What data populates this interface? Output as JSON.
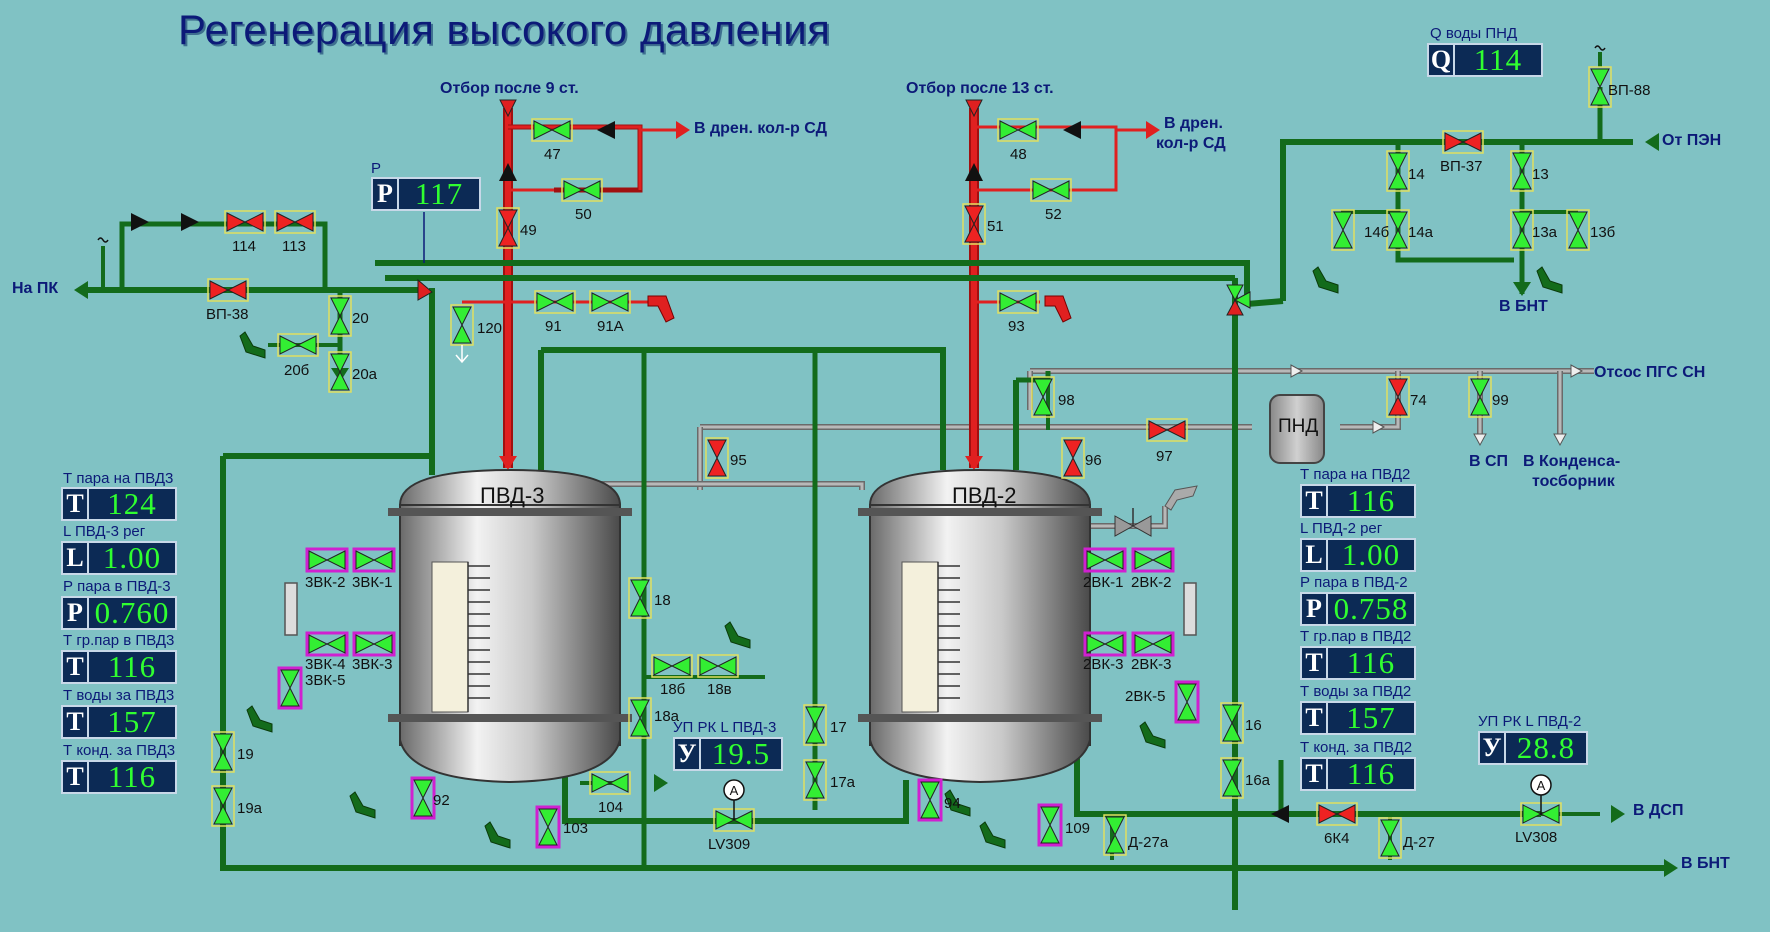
{
  "title": "Регенерация высокого давления",
  "colors": {
    "background": "#80c2c4",
    "pipe_green": "#136b1b",
    "pipe_red": "#e02020",
    "pipe_gray": "#b8b8b8",
    "valve_open": "#33ee33",
    "valve_closed": "#ee2222",
    "gauge_value": "#30ff30",
    "label": "#0c1a78"
  },
  "flow_labels": {
    "extract9": "Отбор после 9 ст.",
    "extract13": "Отбор после 13 ст.",
    "drain_left": "В дрен. кол-р СД",
    "drain_right_1": "В дрен.",
    "drain_right_2": "кол-р СД",
    "to_pk": "На ПК",
    "from_pen": "От ПЭН",
    "to_bnt_top": "В БНТ",
    "otsos": "Отсос ПГС СН",
    "to_sp": "В СП",
    "condensate_1": "В Конденса-",
    "condensate_2": "тосборник",
    "to_dsp": "В ДСП",
    "to_bnt_bottom": "В БНТ",
    "p_caption": "P"
  },
  "vessels": {
    "pvd3": "ПВД-3",
    "pvd2": "ПВД-2",
    "pnd": "ПНД"
  },
  "gauges": [
    {
      "id": "q-pnd",
      "caption": "Q воды ПНД",
      "letter": "Q",
      "value": "114"
    },
    {
      "id": "p-main",
      "caption": "",
      "letter": "P",
      "value": "117"
    },
    {
      "id": "t-steam-pvd3",
      "caption": "Т пара на ПВД3",
      "letter": "T",
      "value": "124"
    },
    {
      "id": "l-pvd3",
      "caption": "L ПВД-3 рег",
      "letter": "L",
      "value": "1.00"
    },
    {
      "id": "p-pvd3",
      "caption": "Р пара в ПВД-3",
      "letter": "P",
      "value": "0.760"
    },
    {
      "id": "t-grpar-pvd3",
      "caption": "Т гр.пар в ПВД3",
      "letter": "T",
      "value": "116"
    },
    {
      "id": "t-water-pvd3",
      "caption": "Т воды за ПВД3",
      "letter": "T",
      "value": "157"
    },
    {
      "id": "t-cond-pvd3",
      "caption": "Т конд. за ПВД3",
      "letter": "T",
      "value": "116"
    },
    {
      "id": "t-steam-pvd2",
      "caption": "Т пара на ПВД2",
      "letter": "T",
      "value": "116"
    },
    {
      "id": "l-pvd2",
      "caption": "L ПВД-2 рег",
      "letter": "L",
      "value": "1.00"
    },
    {
      "id": "p-pvd2",
      "caption": "Р пара в ПВД-2",
      "letter": "P",
      "value": "0.758"
    },
    {
      "id": "t-grpar-pvd2",
      "caption": "Т гр.пар в ПВД2",
      "letter": "T",
      "value": "116"
    },
    {
      "id": "t-water-pvd2",
      "caption": "Т воды за ПВД2",
      "letter": "T",
      "value": "157"
    },
    {
      "id": "t-cond-pvd2",
      "caption": "Т конд. за ПВД2",
      "letter": "T",
      "value": "116"
    },
    {
      "id": "up-pvd3",
      "caption": "УП РК L ПВД-3",
      "letter": "У",
      "value": "19.5"
    },
    {
      "id": "up-pvd2",
      "caption": "УП РК L ПВД-2",
      "letter": "У",
      "value": "28.8"
    }
  ],
  "valves": [
    {
      "id": "vp88",
      "label": "ВП-88",
      "state": "open"
    },
    {
      "id": "vp37",
      "label": "ВП-37",
      "state": "closed"
    },
    {
      "id": "v14",
      "label": "14",
      "state": "open"
    },
    {
      "id": "v13",
      "label": "13",
      "state": "open"
    },
    {
      "id": "v14b",
      "label": "14б",
      "state": "open"
    },
    {
      "id": "v14a",
      "label": "14а",
      "state": "open"
    },
    {
      "id": "v13a",
      "label": "13а",
      "state": "open"
    },
    {
      "id": "v13b",
      "label": "13б",
      "state": "open"
    },
    {
      "id": "v47",
      "label": "47",
      "state": "open"
    },
    {
      "id": "v50",
      "label": "50",
      "state": "open"
    },
    {
      "id": "v49",
      "label": "49",
      "state": "closed"
    },
    {
      "id": "v48",
      "label": "48",
      "state": "open"
    },
    {
      "id": "v52",
      "label": "52",
      "state": "open"
    },
    {
      "id": "v51",
      "label": "51",
      "state": "closed"
    },
    {
      "id": "v114",
      "label": "114",
      "state": "closed"
    },
    {
      "id": "v113",
      "label": "113",
      "state": "closed"
    },
    {
      "id": "vp38",
      "label": "ВП-38",
      "state": "closed"
    },
    {
      "id": "v20",
      "label": "20",
      "state": "open"
    },
    {
      "id": "v20b",
      "label": "20б",
      "state": "open"
    },
    {
      "id": "v20a",
      "label": "20а",
      "state": "open"
    },
    {
      "id": "v120",
      "label": "120",
      "state": "open"
    },
    {
      "id": "v91",
      "label": "91",
      "state": "open"
    },
    {
      "id": "v91a",
      "label": "91А",
      "state": "open"
    },
    {
      "id": "v93",
      "label": "93",
      "state": "open"
    },
    {
      "id": "v98",
      "label": "98",
      "state": "open"
    },
    {
      "id": "v74",
      "label": "74",
      "state": "closed"
    },
    {
      "id": "v99",
      "label": "99",
      "state": "open"
    },
    {
      "id": "v95",
      "label": "95",
      "state": "closed"
    },
    {
      "id": "v96",
      "label": "96",
      "state": "closed"
    },
    {
      "id": "v97",
      "label": "97",
      "state": "closed"
    },
    {
      "id": "v3vk2",
      "label": "3ВК-2",
      "state": "open"
    },
    {
      "id": "v3vk1",
      "label": "3ВК-1",
      "state": "open"
    },
    {
      "id": "v3vk4",
      "label": "3ВК-4",
      "state": "open"
    },
    {
      "id": "v3vk3",
      "label": "3ВК-3",
      "state": "open"
    },
    {
      "id": "v3vk5",
      "label": "3ВК-5",
      "state": "open"
    },
    {
      "id": "v2vk1",
      "label": "2ВК-1",
      "state": "open"
    },
    {
      "id": "v2vk2",
      "label": "2ВК-2",
      "state": "open"
    },
    {
      "id": "v2vk3a",
      "label": "2ВК-3",
      "state": "open"
    },
    {
      "id": "v2vk3b",
      "label": "2ВК-3",
      "state": "open"
    },
    {
      "id": "v2vk5",
      "label": "2ВК-5",
      "state": "open"
    },
    {
      "id": "v18",
      "label": "18",
      "state": "open"
    },
    {
      "id": "v18b",
      "label": "18б",
      "state": "open"
    },
    {
      "id": "v18v",
      "label": "18в",
      "state": "open"
    },
    {
      "id": "v18a",
      "label": "18а",
      "state": "open"
    },
    {
      "id": "v17",
      "label": "17",
      "state": "open"
    },
    {
      "id": "v17a",
      "label": "17а",
      "state": "open"
    },
    {
      "id": "v16",
      "label": "16",
      "state": "open"
    },
    {
      "id": "v16a",
      "label": "16а",
      "state": "open"
    },
    {
      "id": "v19",
      "label": "19",
      "state": "open"
    },
    {
      "id": "v19a",
      "label": "19а",
      "state": "open"
    },
    {
      "id": "v92",
      "label": "92",
      "state": "open"
    },
    {
      "id": "v103",
      "label": "103",
      "state": "open"
    },
    {
      "id": "v104",
      "label": "104",
      "state": "open"
    },
    {
      "id": "lv309",
      "label": "LV309",
      "state": "open"
    },
    {
      "id": "v94",
      "label": "94",
      "state": "open"
    },
    {
      "id": "v109",
      "label": "109",
      "state": "open"
    },
    {
      "id": "vd27a",
      "label": "Д-27а",
      "state": "open"
    },
    {
      "id": "v6k4",
      "label": "6К4",
      "state": "closed"
    },
    {
      "id": "vd27",
      "label": "Д-27",
      "state": "open"
    },
    {
      "id": "lv308",
      "label": "LV308",
      "state": "open"
    }
  ]
}
